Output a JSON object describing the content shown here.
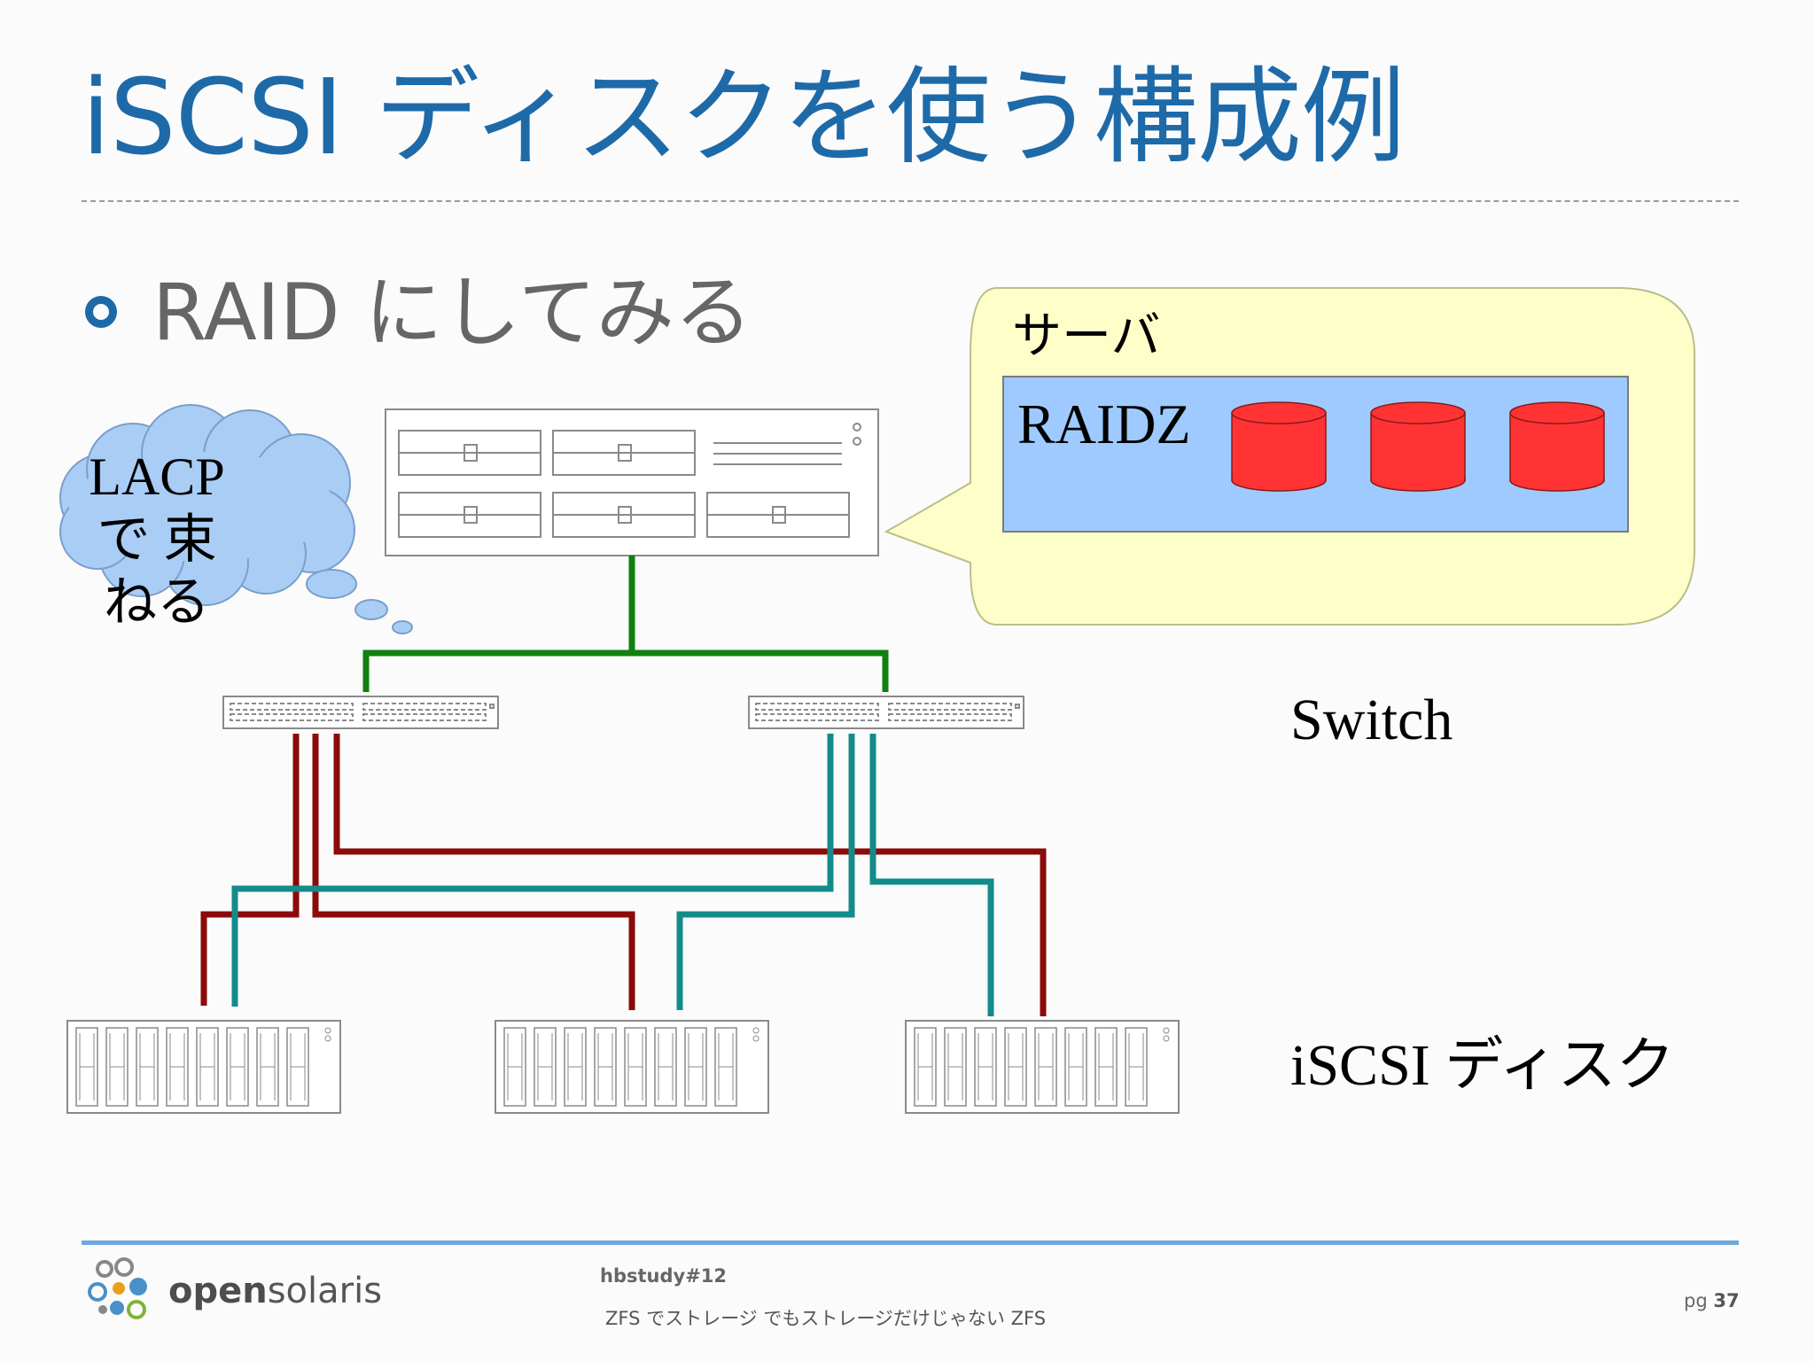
{
  "slide": {
    "title": "iSCSI ディスクを使う構成例",
    "bullet": "RAID にしてみる"
  },
  "diagram": {
    "cloud_label": "LACP で 束ねる",
    "server_callout_label": "サーバ",
    "raid_label": "RAIDZ",
    "switch_label": "Switch",
    "iscsi_label": "iSCSI ディスク",
    "colors": {
      "server_link": "#108010",
      "switch_a_links": "#8b0a0a",
      "switch_b_links": "#138b8b",
      "callout_fill": "#fefec8",
      "raid_fill": "#9fcaff",
      "disk_fill": "#ff3333",
      "cloud_fill": "#a9cdf5"
    }
  },
  "footer": {
    "logo_open": "open",
    "logo_solaris": "solaris",
    "event": "hbstudy#12",
    "subtitle": "ZFS でストレージ でもストレージだけじゃない ZFS",
    "page_prefix": "pg",
    "page_number": "37"
  }
}
